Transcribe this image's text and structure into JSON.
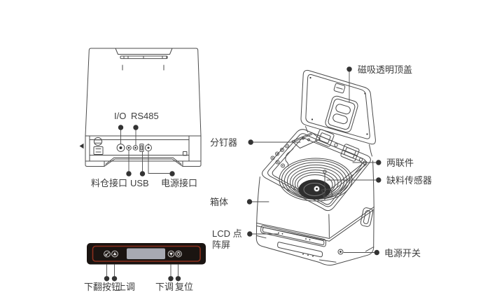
{
  "figure": {
    "back_view": {
      "io": "I/O",
      "rs485": "RS485",
      "hopper_port": "料仓接口",
      "usb": "USB",
      "power_port": "电源接口"
    },
    "control_panel": {
      "page_down": "下翻按钮",
      "up": "上调",
      "down": "下调",
      "reset": "复位"
    },
    "iso_view": {
      "top_cover": "磁吸透明顶盖",
      "separator": "分钉器",
      "duplex": "两联件",
      "shortage_sensor": "缺料传感器",
      "cabinet": "箱体",
      "lcd_line1": "LCD 点",
      "lcd_line2": "阵屏",
      "power_switch": "电源开关"
    },
    "colors": {
      "line": "#4b4b4b",
      "label_text": "#3d3d3d",
      "dot": "#333333",
      "panel_bg": "#1a1411",
      "panel_outline": "#8c2f1d",
      "screen": "#a7a9b2"
    }
  }
}
